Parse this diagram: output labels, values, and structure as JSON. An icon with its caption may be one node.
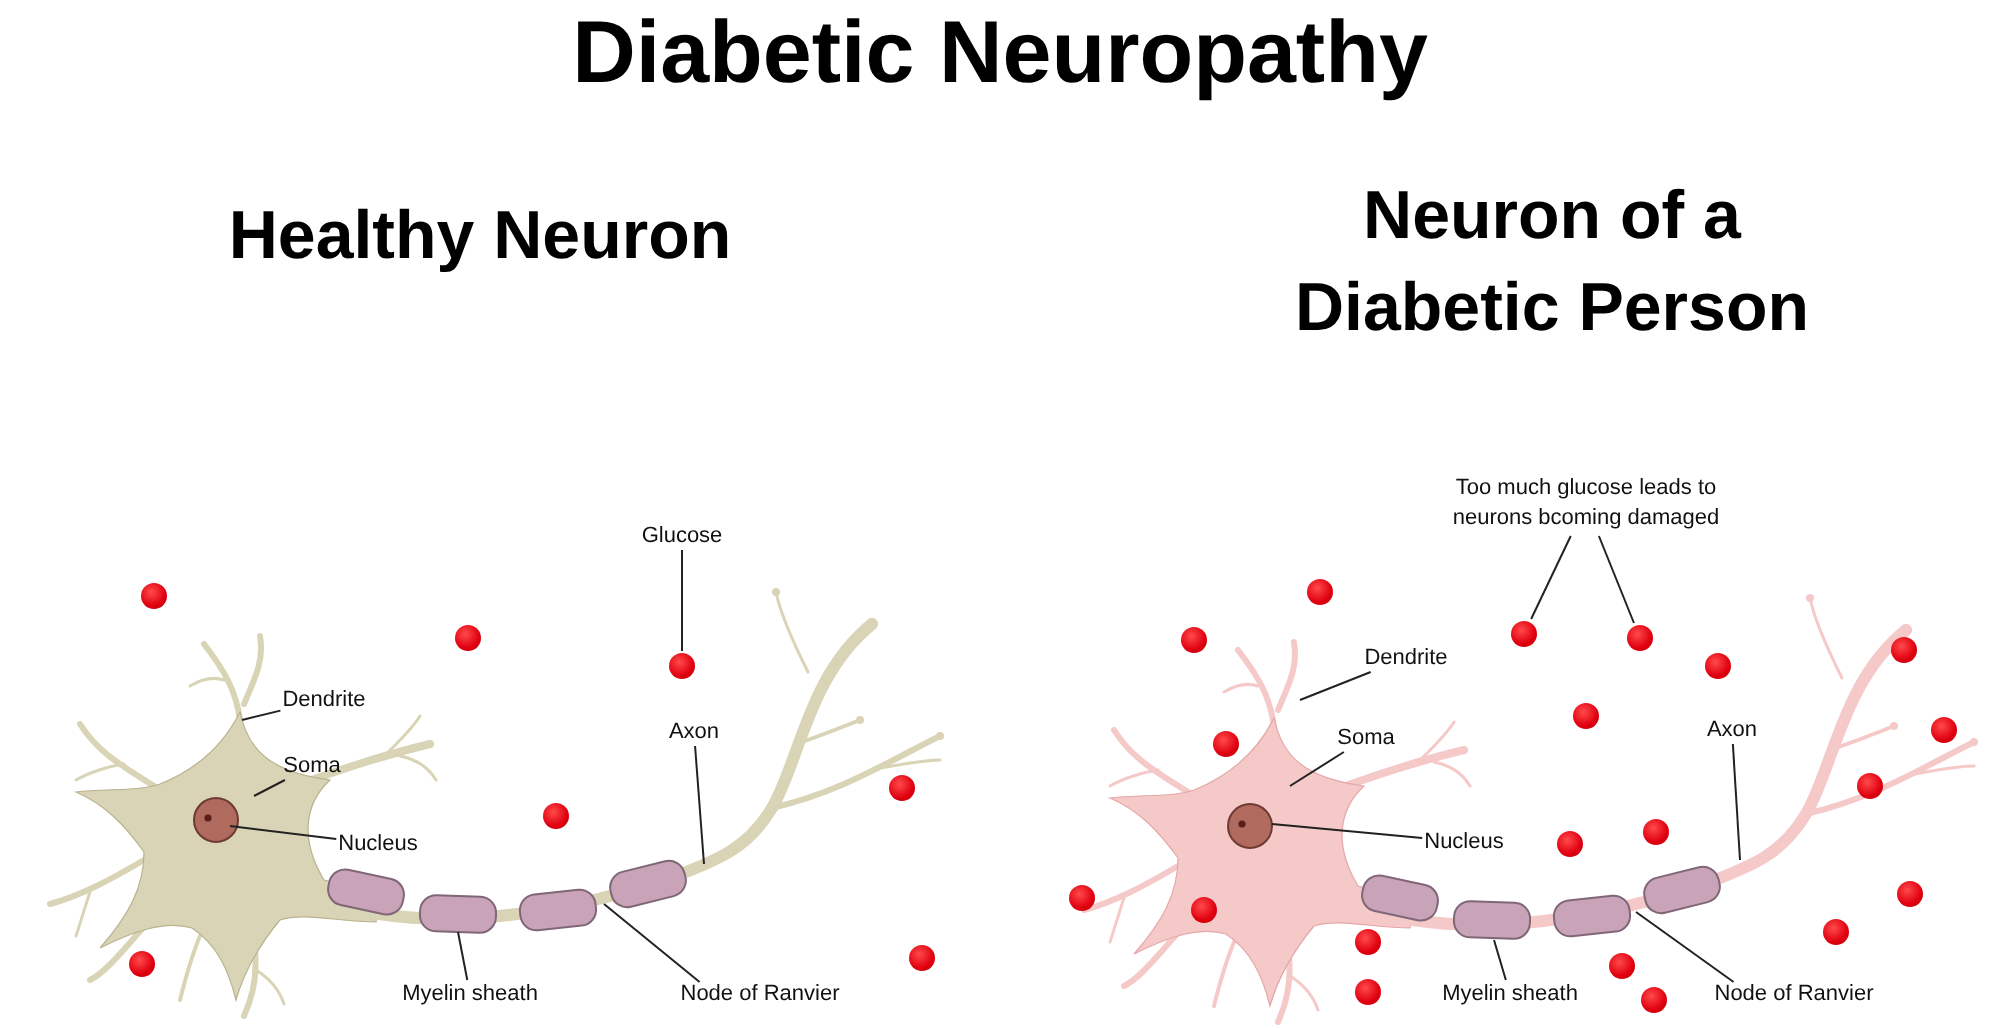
{
  "diagram": {
    "title": "Diabetic Neuropathy",
    "nodes": [
      {
        "text": [
          "Dendrite"
        ]
      },
      {
        "text": [
          "Soma"
        ]
      },
      {
        "text": [
          "Nucleus"
        ]
      },
      {
        "text": [
          "Glucose"
        ]
      },
      {
        "text": [],
        "shape": "circle"
      },
      {
        "text": [
          "Axon"
        ]
      },
      {
        "text": [
          "Myelin sheath"
        ]
      },
      {
        "text": [
          "Node of Ranvier"
        ]
      },
      {
        "text": [
          "Too much glucose leads to neurons bcoming damaged"
        ]
      },
      {
        "text": [],
        "shape": "circle"
      },
      {
        "text": [],
        "shape": "circle"
      },
      {
        "text": [
          "Dendrite"
        ]
      },
      {
        "text": [
          "Soma"
        ]
      },
      {
        "text": [
          "Nucleus"
        ]
      },
      {
        "text": [
          "Axon"
        ]
      },
      {
        "text": [
          "Myelin sheath"
        ]
      },
      {
        "text": [
          "Node of Ranvier"
        ]
      },
      {
        "text": [],
        "shape": "circle"
      },
      {
        "text": [],
        "shape": "circle"
      },
      {
        "text": [],
        "shape": "circle"
      },
      {
        "text": [],
        "shape": "circle"
      },
      {
        "text": [],
        "shape": "circle"
      },
      {
        "text": [],
        "shape": "circle"
      },
      {
        "text": [],
        "shape": "circle"
      },
      {
        "text": [],
        "shape": "circle"
      },
      {
        "text": [],
        "shape": "circle"
      },
      {
        "text": [],
        "shape": "circle"
      },
      {
        "text": [],
        "shape": "circle"
      },
      {
        "text": [],
        "shape": "circle"
      },
      {
        "text": [],
        "shape": "circle"
      },
      {
        "text": [],
        "shape": "circle"
      },
      {
        "text": [],
        "shape": "circle"
      },
      {
        "text": [],
        "shape": "circle"
      },
      {
        "text": [],
        "shape": "circle"
      },
      {
        "text": [],
        "shape": "circle"
      },
      {
        "text": [],
        "shape": "circle"
      },
      {
        "text": [],
        "shape": "circle"
      },
      {
        "text": [],
        "shape": "circle"
      },
      {
        "text": [],
        "shape": "circle"
      },
      {
        "text": [],
        "shape": "circle"
      },
      {
        "text": [],
        "shape": "circle"
      }
    ],
    "edges": [
      {
        "from": 0,
        "to": null,
        "arrow": "none"
      },
      {
        "from": 1,
        "to": null,
        "arrow": "none"
      },
      {
        "from": 2,
        "to": null,
        "arrow": "none"
      },
      {
        "from": 3,
        "to": 4,
        "arrow": "none"
      },
      {
        "from": 5,
        "to": null,
        "arrow": "none"
      },
      {
        "from": 6,
        "to": null,
        "arrow": "none"
      },
      {
        "from": 7,
        "to": null,
        "arrow": "none"
      },
      {
        "from": 8,
        "to": 9,
        "arrow": "none"
      },
      {
        "from": 8,
        "to": 10,
        "arrow": "none"
      },
      {
        "from": 11,
        "to": null,
        "arrow": "none"
      },
      {
        "from": 12,
        "to": null,
        "arrow": "none"
      },
      {
        "from": 13,
        "to": null,
        "arrow": "none"
      },
      {
        "from": 14,
        "to": null,
        "arrow": "none"
      },
      {
        "from": 15,
        "to": null,
        "arrow": "none"
      },
      {
        "from": 16,
        "to": null,
        "arrow": "none"
      }
    ],
    "labels": [
      "Healthy Neuron",
      "Neuron of a Diabetic Person"
    ]
  }
}
